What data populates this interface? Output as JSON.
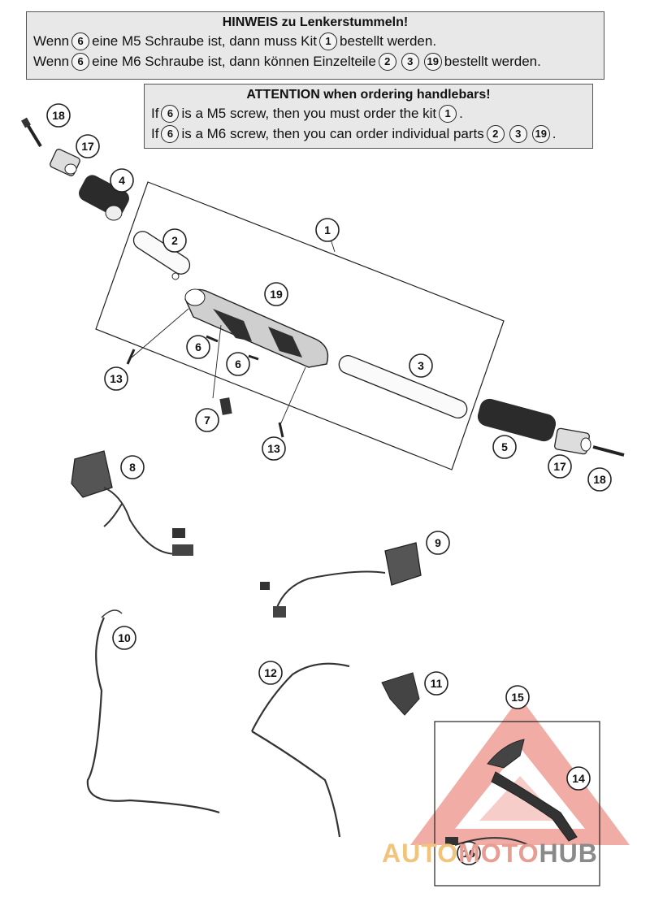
{
  "notice_de": {
    "title": "HINWEIS zu Lenkerstummeln!",
    "line1": {
      "a": "Wenn",
      "n1": "6",
      "b": "eine M5 Schraube ist, dann muss Kit",
      "n2": "1",
      "c": "bestellt werden."
    },
    "line2": {
      "a": "Wenn",
      "n1": "6",
      "b": "eine M6 Schraube ist, dann können Einzelteile",
      "n2": "2",
      "n3": "3",
      "n4": "19",
      "c": "bestellt werden."
    }
  },
  "notice_en": {
    "title": "ATTENTION when ordering handlebars!",
    "line1": {
      "a": "If",
      "n1": "6",
      "b": "is a M5 screw, then you must order the kit",
      "n2": "1",
      "c": "."
    },
    "line2": {
      "a": "If",
      "n1": "6",
      "b": "is a M6 screw, then you can order individual parts",
      "n2": "2",
      "n3": "3",
      "n4": "19",
      "c": "."
    }
  },
  "callouts": [
    "18",
    "17",
    "4",
    "2",
    "1",
    "19",
    "6",
    "6",
    "13",
    "7",
    "13",
    "3",
    "5",
    "17",
    "18",
    "8",
    "9",
    "10",
    "12",
    "11",
    "15",
    "14",
    "16"
  ],
  "watermark": {
    "a": "AUTO",
    "b": "MOTO",
    "c": "HUB"
  },
  "colors": {
    "notice_bg": "#e8e8e8",
    "line": "#222222",
    "watermark_red": "#e56a5c",
    "watermark_orange": "#f2c37a"
  }
}
